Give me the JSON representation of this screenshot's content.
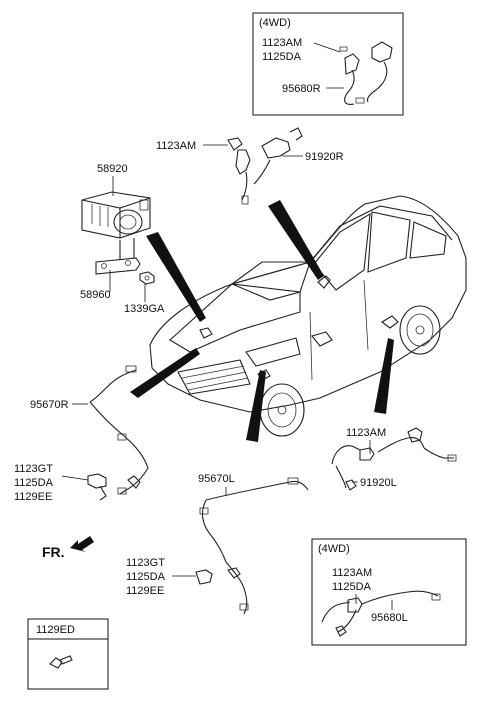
{
  "boxes": {
    "box_4wd_top": {
      "title": "(4WD)",
      "labels": [
        "1123AM",
        "1125DA",
        "95680R"
      ]
    },
    "box_4wd_bottom": {
      "title": "(4WD)",
      "labels": [
        "1123AM",
        "1125DA",
        "95680L"
      ]
    },
    "box_1129ed": {
      "title": "1129ED"
    }
  },
  "labels": {
    "front_sensor_bolt": "1123AM",
    "front_sensor_right": "91920R",
    "hecu": "58920",
    "bracket": "58960",
    "nut": "1339GA",
    "harness_front_right": "95670R",
    "clip_right_1": "1123GT",
    "clip_right_2": "1125DA",
    "clip_right_3": "1129EE",
    "harness_front_left": "95670L",
    "clip_left_1": "1123GT",
    "clip_left_2": "1125DA",
    "clip_left_3": "1129EE",
    "rear_sensor_bolt": "1123AM",
    "rear_sensor_left": "91920L",
    "front_direction": "FR."
  },
  "icons": {
    "front_arrow": "front-direction-arrow-icon"
  }
}
